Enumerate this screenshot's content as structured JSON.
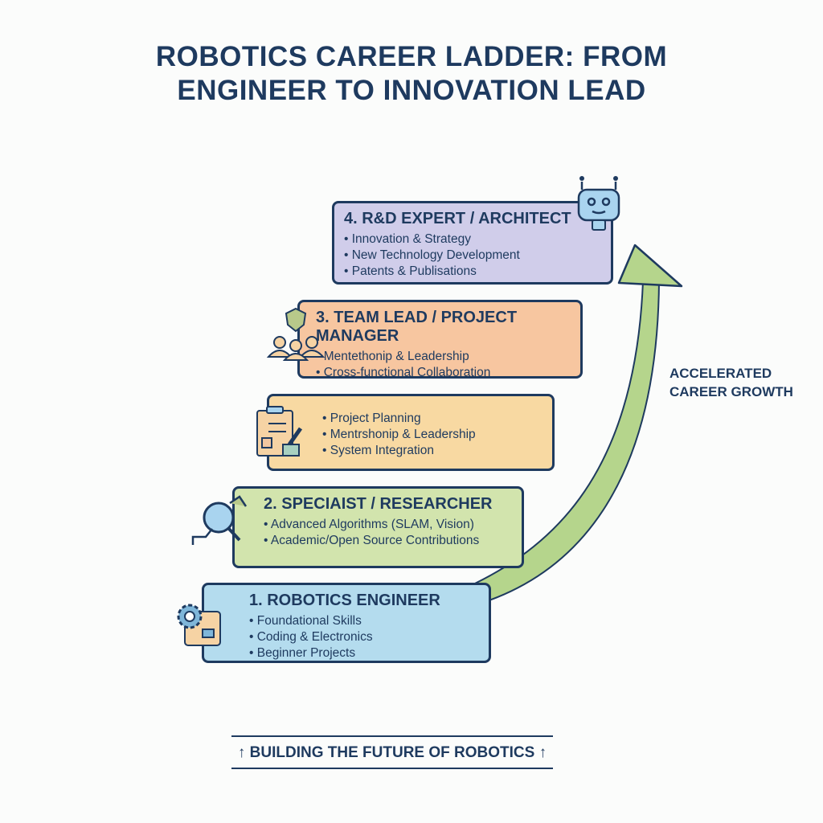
{
  "title_line1": "ROBOTICS CAREER LADDER: FROM",
  "title_line2": "ENGINEER TO INNOVATION LEAD",
  "steps": [
    {
      "title": "1. ROBOTICS ENGINEER",
      "items": [
        "Foundational Skills",
        "Coding & Electronics",
        "Beginner Projects"
      ],
      "color": "#b4dcee",
      "icon": "gear-circuit-icon"
    },
    {
      "title": "2. SPECIAIST / RESEARCHER",
      "items": [
        "Advanced Algorithms (SLAM, Vision)",
        "Academic/Open Source Contributions"
      ],
      "color": "#d2e4ad",
      "icon": "magnifier-robot-arm-icon"
    },
    {
      "title": "",
      "items": [
        "Project Planning",
        "Mentrshonip & Leadership",
        "System Integration"
      ],
      "color": "#f8d9a2",
      "icon": "clipboard-robot-arm-icon"
    },
    {
      "title": "3. TEAM LEAD / PROJECT MANAGER",
      "items": [
        "Mentethonip & Leadership",
        "Cross-functional Collaboration"
      ],
      "color": "#f7c6a0",
      "icon": "team-shield-icon"
    },
    {
      "title": "4. R&D EXPERT / ARCHITECT",
      "items": [
        "Innovation & Strategy",
        "New Technology Development",
        "Patents & Publisations"
      ],
      "color": "#d0cdea",
      "icon": "robot-head-icon"
    }
  ],
  "arrow_label_line1": "ACCELERATED",
  "arrow_label_line2": "CAREER GROWTH",
  "footer": "BUILDING THE FUTURE OF ROBOTICS",
  "footer_arrow": "↑",
  "colors": {
    "navy": "#1e3a5f",
    "arrow": "#b5d58c"
  }
}
